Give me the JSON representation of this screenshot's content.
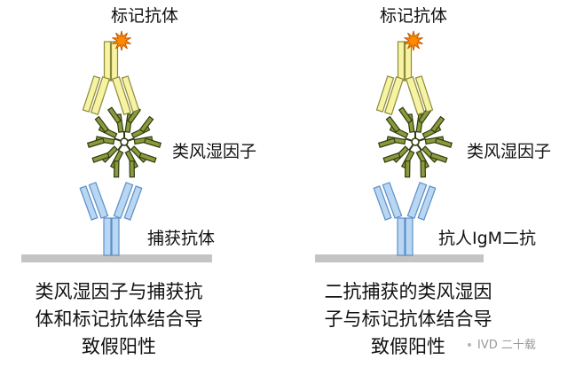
{
  "left_panel": {
    "top_label": "标记抗体",
    "middle_label": "类风湿因子",
    "bottom_label": "捕获抗体",
    "caption": [
      "类风湿因子与捕获抗",
      "体和标记抗体结合导",
      "致假阳性"
    ]
  },
  "right_panel": {
    "top_label": "标记抗体",
    "middle_label": "类风湿因子",
    "bottom_label": "抗人IgM二抗",
    "caption": [
      "二抗捕获的类风湿因",
      "子与标记抗体结合导",
      "致假阳性"
    ]
  },
  "watermark": {
    "text": "IVD 二十载"
  },
  "colors": {
    "labeled_antibody_fill": "#f7f3a3",
    "labeled_antibody_stroke": "#8a8a3a",
    "capture_antibody_fill": "#b9d6f2",
    "capture_antibody_stroke": "#5b8fc7",
    "rf_fill": "#8a9a3c",
    "rf_stroke": "#2f3a10",
    "label_star_fill": "#ff8a00",
    "label_star_stroke": "#c45a00",
    "surface_fill": "#c4c4c4"
  },
  "icons": {
    "label_marker": "burst-star-icon",
    "rheumatoid_factor": "pentamer-icon",
    "capture_antibody": "y-antibody-icon"
  }
}
